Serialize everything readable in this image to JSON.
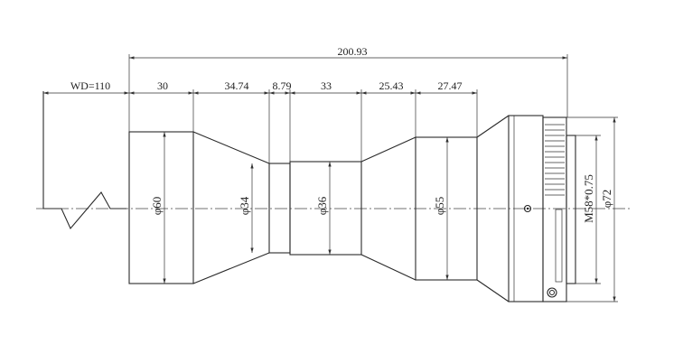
{
  "drawing": {
    "overall_length": "200.93",
    "working_distance": "WD=110",
    "segments": [
      "30",
      "34.74",
      "8.79",
      "33",
      "25.43",
      "27.47"
    ],
    "diameters": {
      "d60": "φ60",
      "d34": "φ34",
      "d36": "φ36",
      "d55": "φ55",
      "thread": "M58*0.75",
      "d72": "φ72"
    }
  }
}
